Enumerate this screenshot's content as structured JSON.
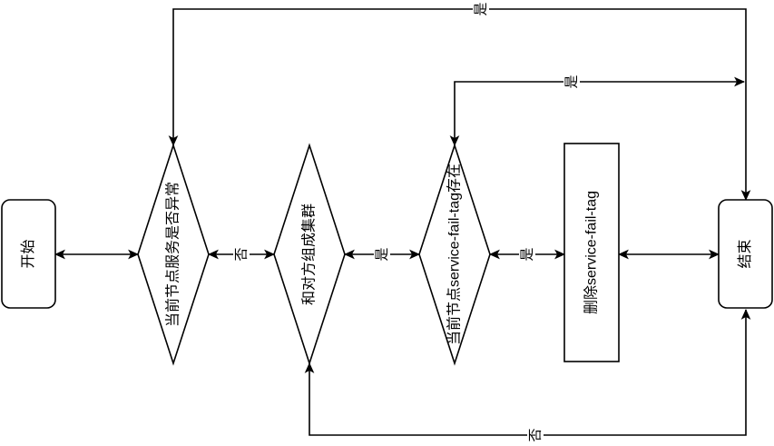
{
  "nodes": {
    "start": "开始",
    "check_service": "当前节点服务是否异常",
    "form_cluster": "和对方组成集群",
    "check_tag": "当前节点service-fail-tag存在",
    "delete_tag": "删除service-fail-tag",
    "end": "结束"
  },
  "edges": {
    "service_to_cluster": "否",
    "cluster_to_tag": "是",
    "tag_to_delete": "是",
    "service_to_end": "是",
    "tag_to_end": "是",
    "cluster_to_end": "否"
  }
}
